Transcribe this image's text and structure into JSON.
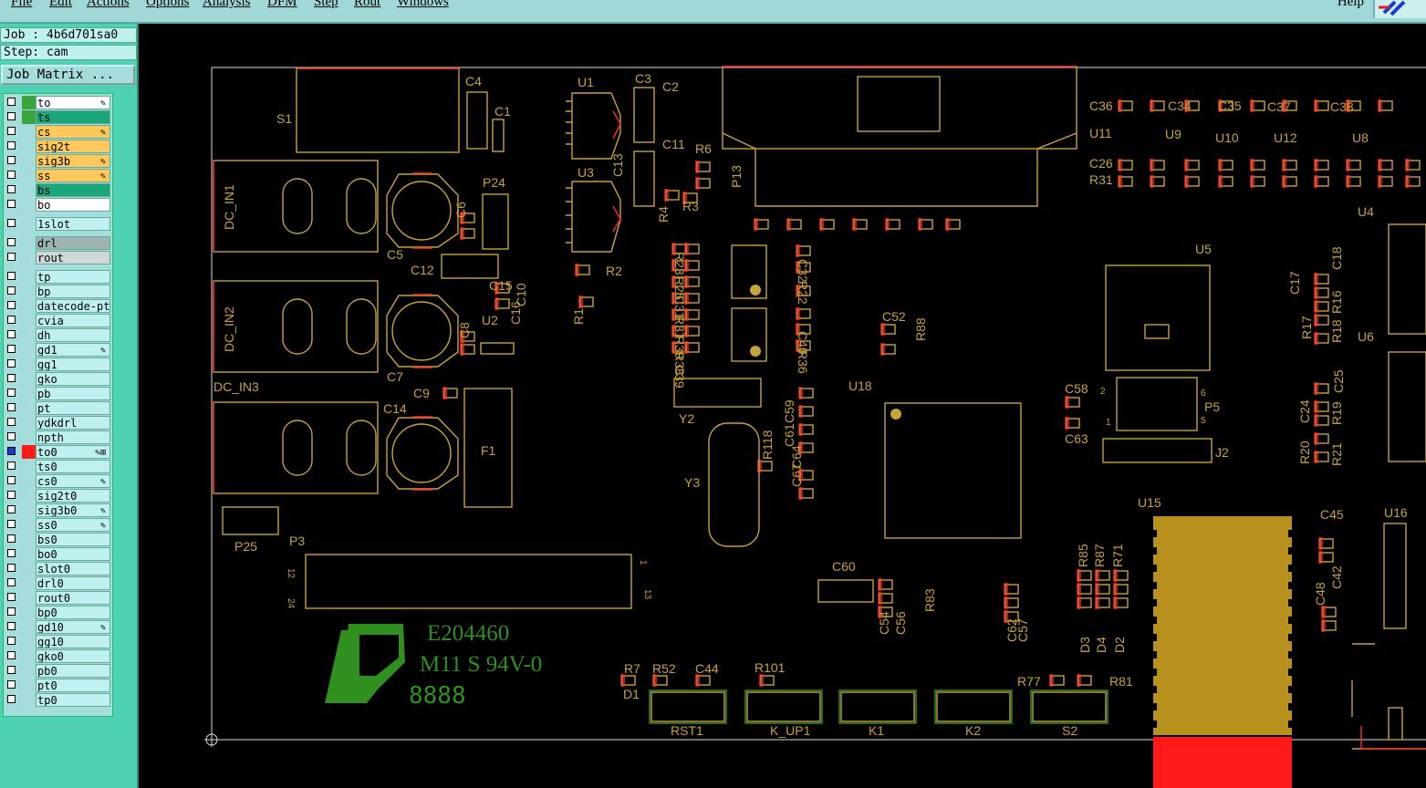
{
  "menu": [
    "File",
    "Edit",
    "Actions",
    "Options",
    "Analysis",
    "DFM",
    "Step",
    "Rout",
    "Windows"
  ],
  "help": "Help",
  "job": "Job : 4b6d701sa0",
  "step": "Step: cam",
  "job_matrix": "Job Matrix ...",
  "layers": [
    {
      "name": "to",
      "color": "#3aa53a",
      "bg": "#ffffff",
      "edit": "✎"
    },
    {
      "name": "ts",
      "color": "#3aa53a",
      "bg": "#1aa57a",
      "edit": ""
    },
    {
      "name": "cs",
      "color": "",
      "bg": "#ffc85a",
      "edit": "✎"
    },
    {
      "name": "sig2t",
      "color": "",
      "bg": "#ffc85a",
      "edit": ""
    },
    {
      "name": "sig3b",
      "color": "",
      "bg": "#ffc85a",
      "edit": "✎"
    },
    {
      "name": "ss",
      "color": "",
      "bg": "#ffc85a",
      "edit": "✎"
    },
    {
      "name": "bs",
      "color": "",
      "bg": "#1aa57a",
      "edit": ""
    },
    {
      "name": "bo",
      "color": "",
      "bg": "#ffffff",
      "edit": ""
    },
    {
      "name": "1slot",
      "color": "",
      "bg": "#bff0f0",
      "edit": ""
    },
    {
      "name": "drl",
      "color": "",
      "bg": "#9fb3b3",
      "edit": ""
    },
    {
      "name": "rout",
      "color": "",
      "bg": "#cfd7d7",
      "edit": ""
    },
    {
      "name": "tp",
      "color": "",
      "bg": "#bff0f0",
      "edit": ""
    },
    {
      "name": "bp",
      "color": "",
      "bg": "#bff0f0",
      "edit": ""
    },
    {
      "name": "datecode-pt",
      "color": "",
      "bg": "#bff0f0",
      "edit": ""
    },
    {
      "name": "cvia",
      "color": "",
      "bg": "#bff0f0",
      "edit": ""
    },
    {
      "name": "dh",
      "color": "",
      "bg": "#bff0f0",
      "edit": ""
    },
    {
      "name": "gd1",
      "color": "",
      "bg": "#bff0f0",
      "edit": "✎"
    },
    {
      "name": "gg1",
      "color": "",
      "bg": "#bff0f0",
      "edit": ""
    },
    {
      "name": "gko",
      "color": "",
      "bg": "#bff0f0",
      "edit": ""
    },
    {
      "name": "pb",
      "color": "",
      "bg": "#bff0f0",
      "edit": ""
    },
    {
      "name": "pt",
      "color": "",
      "bg": "#bff0f0",
      "edit": ""
    },
    {
      "name": "ydkdrl",
      "color": "",
      "bg": "#bff0f0",
      "edit": ""
    },
    {
      "name": "npth",
      "color": "",
      "bg": "#bff0f0",
      "edit": ""
    },
    {
      "name": "to0",
      "color": "#ff1a1a",
      "bg": "#bff0f0",
      "edit": "✎⊞"
    },
    {
      "name": "ts0",
      "color": "",
      "bg": "#bff0f0",
      "edit": ""
    },
    {
      "name": "cs0",
      "color": "",
      "bg": "#bff0f0",
      "edit": "✎"
    },
    {
      "name": "sig2t0",
      "color": "",
      "bg": "#bff0f0",
      "edit": ""
    },
    {
      "name": "sig3b0",
      "color": "",
      "bg": "#bff0f0",
      "edit": "✎"
    },
    {
      "name": "ss0",
      "color": "",
      "bg": "#bff0f0",
      "edit": "✎"
    },
    {
      "name": "bs0",
      "color": "",
      "bg": "#bff0f0",
      "edit": ""
    },
    {
      "name": "bo0",
      "color": "",
      "bg": "#bff0f0",
      "edit": ""
    },
    {
      "name": "slot0",
      "color": "",
      "bg": "#bff0f0",
      "edit": ""
    },
    {
      "name": "drl0",
      "color": "",
      "bg": "#bff0f0",
      "edit": ""
    },
    {
      "name": "rout0",
      "color": "",
      "bg": "#bff0f0",
      "edit": ""
    },
    {
      "name": "bp0",
      "color": "",
      "bg": "#bff0f0",
      "edit": ""
    },
    {
      "name": "gd10",
      "color": "",
      "bg": "#bff0f0",
      "edit": "✎"
    },
    {
      "name": "gg10",
      "color": "",
      "bg": "#bff0f0",
      "edit": ""
    },
    {
      "name": "gko0",
      "color": "",
      "bg": "#bff0f0",
      "edit": ""
    },
    {
      "name": "pb0",
      "color": "",
      "bg": "#bff0f0",
      "edit": ""
    },
    {
      "name": "pt0",
      "color": "",
      "bg": "#bff0f0",
      "edit": ""
    },
    {
      "name": "tp0",
      "color": "",
      "bg": "#bff0f0",
      "edit": ""
    }
  ],
  "board": {
    "refdes": [
      "S1",
      "C4",
      "C1",
      "U1",
      "C3",
      "C2",
      "C11",
      "R6",
      "C13",
      "R3",
      "R4",
      "U3",
      "P13",
      "C36",
      "C34",
      "C35",
      "C37",
      "C38",
      "U11",
      "U9",
      "U10",
      "U12",
      "U8",
      "C26",
      "R31",
      "DC_IN1",
      "C6",
      "P24",
      "C5",
      "C12",
      "R2",
      "R1",
      "DC_IN2",
      "C15",
      "C10",
      "C16",
      "U2",
      "C8",
      "C7",
      "DC_IN3",
      "C9",
      "C14",
      "F1",
      "R23",
      "R25",
      "C31",
      "R37",
      "R39",
      "R38",
      "C39",
      "C32",
      "R22",
      "C40",
      "R36",
      "C52",
      "R88",
      "U4",
      "U5",
      "U6",
      "C17",
      "R17",
      "R16",
      "C18",
      "R18",
      "C24",
      "R19",
      "C25",
      "R20",
      "R21",
      "P5",
      "C58",
      "C63",
      "J2",
      "Y2",
      "U18",
      "Y3",
      "R118",
      "C59",
      "C61",
      "C64",
      "C67",
      "U15",
      "U16",
      "C45",
      "C42",
      "C48",
      "P25",
      "P3",
      "C60",
      "C54",
      "C56",
      "R83",
      "C62",
      "C57",
      "R85",
      "R87",
      "R71",
      "D3",
      "D4",
      "D2",
      "R7",
      "R52",
      "C44",
      "R101",
      "D1",
      "R77",
      "R81",
      "RST1",
      "K_UP1",
      "K1",
      "K2",
      "S2"
    ],
    "pins": [
      "12",
      "24",
      "1",
      "13",
      "2",
      "1",
      "6",
      "5"
    ],
    "marking_code": "E204460",
    "marking_rating": "M11 S 94V-0",
    "marking_date": "8888"
  }
}
